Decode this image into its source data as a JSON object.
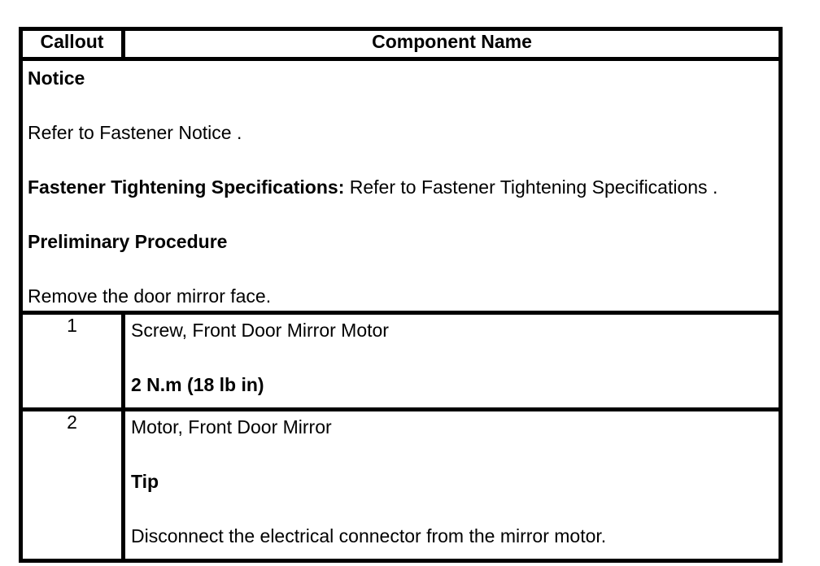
{
  "table": {
    "header": {
      "callout_label": "Callout",
      "component_label": "Component Name"
    },
    "notice": {
      "title": "Notice",
      "fastener_notice": "Refer to Fastener Notice .",
      "spec_label": "Fastener Tightening Specifications:",
      "spec_text": " Refer to Fastener Tightening Specifications .",
      "preliminary_heading": "Preliminary Procedure",
      "preliminary_step": "Remove the door mirror face."
    },
    "rows": [
      {
        "callout": "1",
        "name": "Screw, Front Door Mirror Motor",
        "torque": "2 N.m (18 lb in)"
      },
      {
        "callout": "2",
        "name": "Motor, Front Door Mirror",
        "tip_label": "Tip",
        "tip_text": "Disconnect the electrical connector from the mirror motor."
      }
    ]
  },
  "colors": {
    "border": "#000000",
    "background": "#ffffff",
    "text": "#000000"
  }
}
